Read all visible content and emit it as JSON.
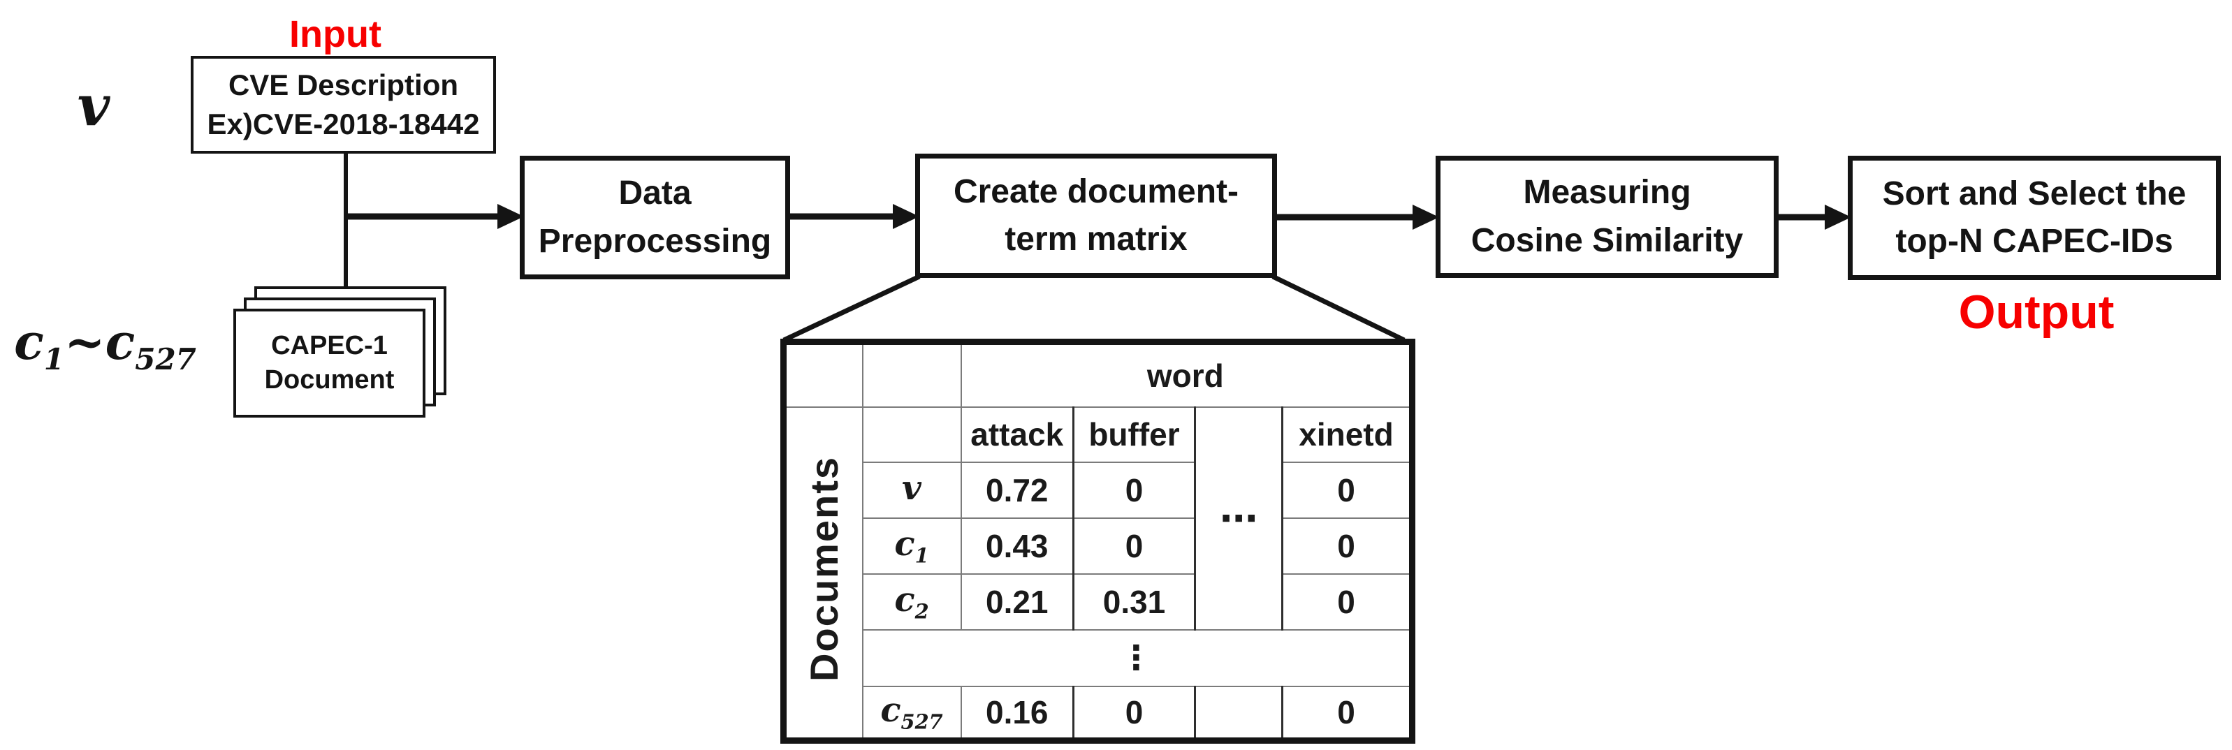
{
  "labels": {
    "input": "Input",
    "output": "Output",
    "v_symbol": "v",
    "c_base_start": "c",
    "c_sub_start": "1",
    "c_tilde": "~",
    "c_base_end": "c",
    "c_sub_end": "527"
  },
  "boxes": {
    "cve": {
      "line1": "CVE Description",
      "line2": "Ex)CVE-2018-18442"
    },
    "capec_doc": {
      "line1": "CAPEC-1",
      "line2": "Document"
    },
    "preprocess": {
      "line1": "Data",
      "line2": "Preprocessing"
    },
    "create_dtm": {
      "line1": "Create document-",
      "line2": "term matrix"
    },
    "cosine": {
      "line1": "Measuring",
      "line2": "Cosine Similarity"
    },
    "sort": {
      "line1": "Sort and Select the",
      "line2": "top-N CAPEC-IDs"
    }
  },
  "table": {
    "axis_col_header": "word",
    "axis_row_header": "Documents",
    "columns": [
      "attack",
      "buffer",
      "xinetd"
    ],
    "h_ellipsis": "⋯",
    "v_ellipsis": "⋮",
    "rows": [
      {
        "label": "v",
        "sub": "",
        "attack": "0.72",
        "buffer": "0",
        "xinetd": "0"
      },
      {
        "label": "c",
        "sub": "1",
        "attack": "0.43",
        "buffer": "0",
        "xinetd": "0"
      },
      {
        "label": "c",
        "sub": "2",
        "attack": "0.21",
        "buffer": "0.31",
        "xinetd": "0"
      },
      {
        "label": "c",
        "sub": "527",
        "attack": "0.16",
        "buffer": "0",
        "xinetd": "0"
      }
    ]
  },
  "colors": {
    "accent_red": "#f70000",
    "line_black": "#141414",
    "grid_gray": "#7b7b7b"
  }
}
